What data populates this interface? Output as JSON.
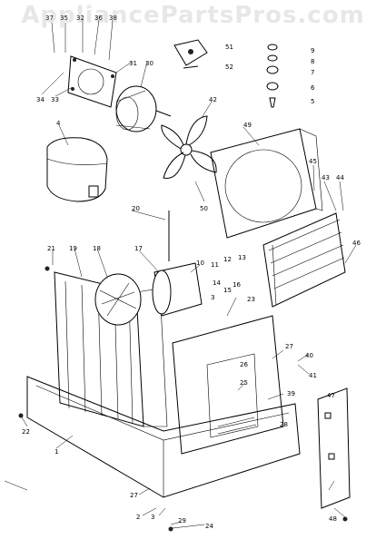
{
  "watermark": "AppliancePartsPros.com",
  "callouts": [
    "1",
    "2",
    "3",
    "4",
    "5",
    "6",
    "7",
    "8",
    "9",
    "10",
    "11",
    "12",
    "13",
    "14",
    "15",
    "16",
    "17",
    "18",
    "19",
    "20",
    "21",
    "22",
    "23",
    "24",
    "25",
    "26",
    "27",
    "28",
    "29",
    "30",
    "31",
    "32",
    "33",
    "34",
    "35",
    "36",
    "37",
    "38",
    "39",
    "40",
    "41",
    "42",
    "43",
    "44",
    "45",
    "46",
    "47",
    "48",
    "49",
    "50",
    "51",
    "52"
  ]
}
